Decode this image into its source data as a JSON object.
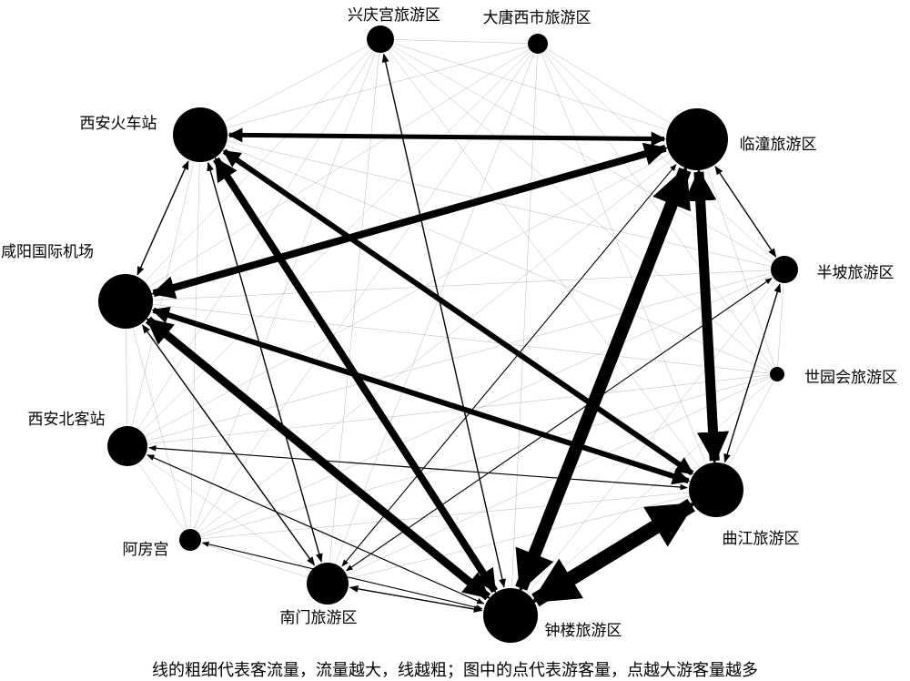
{
  "caption": "线的粗细代表客流量，流量越大，线越粗；图中的点代表游客量，点越大游客量越多",
  "colors": {
    "node": "#000000",
    "thin_edge": "#9a9a9a",
    "edge": "#000000"
  },
  "nodes": [
    {
      "id": "xingqinggong",
      "name": "兴庆宫旅游区",
      "visitor_level": 15
    },
    {
      "id": "datangxishi",
      "name": "大唐西市旅游区",
      "visitor_level": 11
    },
    {
      "id": "huochezhan",
      "name": "西安火车站",
      "visitor_level": 30
    },
    {
      "id": "lintong",
      "name": "临潼旅游区",
      "visitor_level": 34
    },
    {
      "id": "xianyang",
      "name": "咸阳国际机场",
      "visitor_level": 30
    },
    {
      "id": "banpo",
      "name": "半坡旅游区",
      "visitor_level": 15
    },
    {
      "id": "shiyuanhui",
      "name": "世园会旅游区",
      "visitor_level": 8
    },
    {
      "id": "beikezhan",
      "name": "西安北客站",
      "visitor_level": 22
    },
    {
      "id": "qujiang",
      "name": "曲江旅游区",
      "visitor_level": 30
    },
    {
      "id": "epanggong",
      "name": "阿房宫",
      "visitor_level": 12
    },
    {
      "id": "nanmen",
      "name": "南门旅游区",
      "visitor_level": 23
    },
    {
      "id": "zhonglou",
      "name": "钟楼旅游区",
      "visitor_level": 30
    }
  ],
  "edges": [
    {
      "a": "huochezhan",
      "b": "lintong",
      "flow_level": 5
    },
    {
      "a": "lintong",
      "b": "xianyang",
      "flow_level": 8
    },
    {
      "a": "lintong",
      "b": "zhonglou",
      "flow_level": 14
    },
    {
      "a": "lintong",
      "b": "qujiang",
      "flow_level": 11
    },
    {
      "a": "qujiang",
      "b": "zhonglou",
      "flow_level": 16
    },
    {
      "a": "huochezhan",
      "b": "zhonglou",
      "flow_level": 8
    },
    {
      "a": "huochezhan",
      "b": "qujiang",
      "flow_level": 6
    },
    {
      "a": "xianyang",
      "b": "zhonglou",
      "flow_level": 9
    },
    {
      "a": "xianyang",
      "b": "qujiang",
      "flow_level": 6
    },
    {
      "a": "xingqinggong",
      "b": "zhonglou",
      "flow_level": 1.4
    },
    {
      "a": "huochezhan",
      "b": "xianyang",
      "flow_level": 1.4
    },
    {
      "a": "huochezhan",
      "b": "nanmen",
      "flow_level": 1.4
    },
    {
      "a": "xianyang",
      "b": "nanmen",
      "flow_level": 1.4
    },
    {
      "a": "lintong",
      "b": "banpo",
      "flow_level": 1.4
    },
    {
      "a": "qujiang",
      "b": "banpo",
      "flow_level": 1.4
    },
    {
      "a": "zhonglou",
      "b": "nanmen",
      "flow_level": 1.4
    },
    {
      "a": "beikezhan",
      "b": "zhonglou",
      "flow_level": 1.2
    },
    {
      "a": "beikezhan",
      "b": "qujiang",
      "flow_level": 1.2
    },
    {
      "a": "nanmen",
      "b": "banpo",
      "flow_level": 1.1
    },
    {
      "a": "epanggong",
      "b": "zhonglou",
      "flow_level": 1.1
    },
    {
      "a": "nanmen",
      "b": "lintong",
      "flow_level": 1.1
    }
  ],
  "default_flow_level": 0.35
}
